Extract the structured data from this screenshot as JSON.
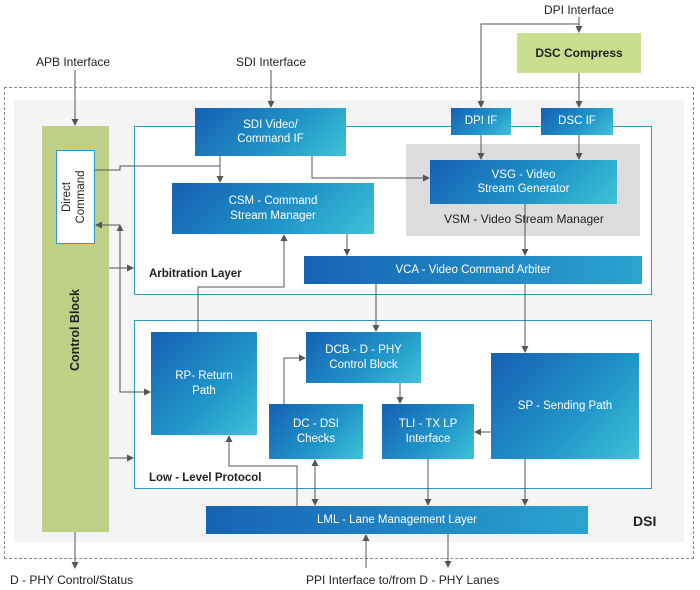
{
  "labels": {
    "apb_interface": "APB Interface",
    "sdi_interface": "SDI Interface",
    "dpi_interface": "DPI Interface",
    "dsc_compress": "DSC Compress",
    "dsi": "DSI",
    "control_block": "Control Block",
    "direct_command": "Direct Command",
    "sdi_video_command_if": "SDI Video/\nCommand IF",
    "dpi_if": "DPI IF",
    "dsc_if": "DSC IF",
    "vsg": "VSG - Video\nStream Generator",
    "vsm": "VSM - Video Stream Manager",
    "csm": "CSM - Command\nStream Manager",
    "arbitration_layer": "Arbitration Layer",
    "vca": "VCA - Video Command Arbiter",
    "rp": "RP- Return\nPath",
    "dcb": "DCB - D - PHY\nControl Block",
    "sp": "SP - Sending Path",
    "dc": "DC - DSI\nChecks",
    "tli": "TLI - TX LP\nInterface",
    "low_level_protocol": "Low - Level Protocol",
    "lml": "LML - Lane Management Layer",
    "dphy_control_status": "D - PHY Control/Status",
    "ppi_interface": "PPI Interface to/from D - PHY Lanes"
  },
  "colors": {
    "control_block": "#bdd085",
    "dsc_compress": "#c9de8e",
    "dsi_background": "#f4f4f4",
    "vsm_background": "#dcdcdc",
    "layer_border": "#2a98c8",
    "block_start": "#1560b3",
    "block_end": "#3fc3d6"
  }
}
